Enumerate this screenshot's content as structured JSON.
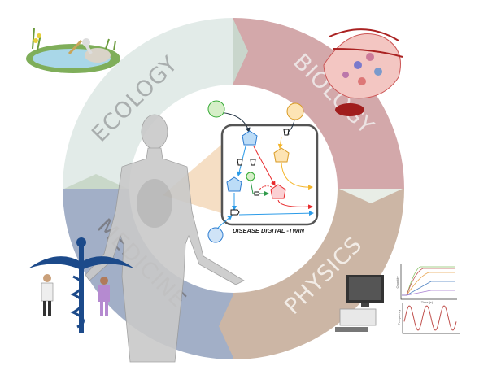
{
  "segments": {
    "ecology": {
      "label": "ECOLOGY",
      "color": "#e2ebe8"
    },
    "biology": {
      "label": "BIOLOGY",
      "color": "#d3a8aa"
    },
    "physics": {
      "label": "PHYSICS",
      "color": "#ccb6a5"
    },
    "medicine": {
      "label": "MEDICINE",
      "color": "#a2afc7"
    }
  },
  "center": {
    "title": "DISEASE DIGITAL -TWIN"
  },
  "charts": {
    "top": {
      "xlabel": "Time (s)",
      "ylabel": "Quantity"
    },
    "bottom": {
      "ylabel": "Frequency"
    }
  }
}
